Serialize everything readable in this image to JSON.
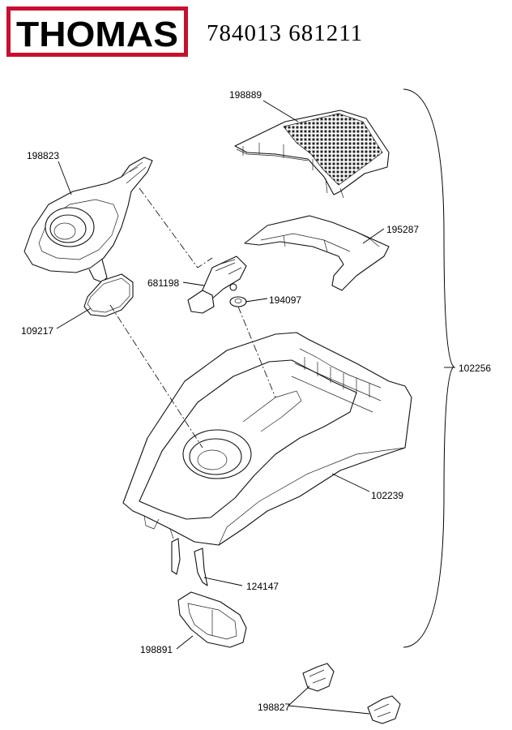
{
  "header": {
    "brand": "THOMAS",
    "model_numbers": "784013 681211",
    "brand_color": "#c8102e"
  },
  "callouts": {
    "p198889": "198889",
    "p198823": "198823",
    "p195287": "195287",
    "p681198": "681198",
    "p194097": "194097",
    "p109217": "109217",
    "p102256": "102256",
    "p102239": "102239",
    "p124147": "124147",
    "p198891": "198891",
    "p198827": "198827"
  }
}
